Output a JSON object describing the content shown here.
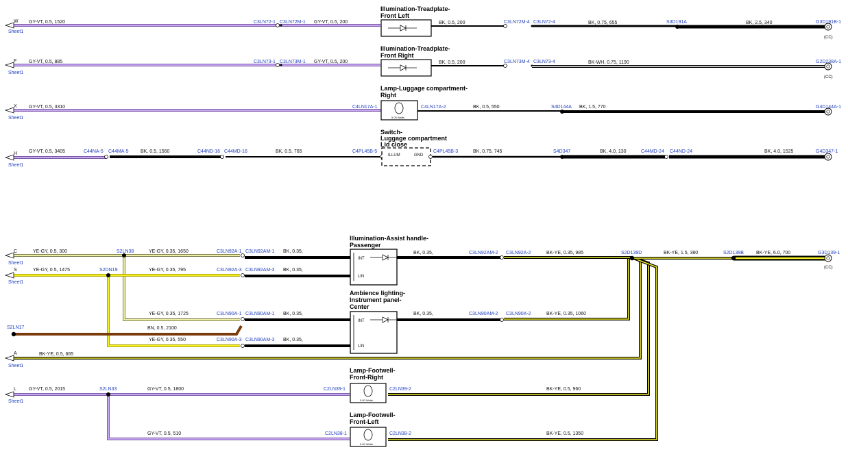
{
  "colors": {
    "GY-VT": "#b48be6",
    "YE-GY": "#e8e88a",
    "BK": "#000000",
    "BK-WH": "#000000",
    "BK-YE": "#000000",
    "BN": "#7a3b0a",
    "YE": "#f2ef2a",
    "connector_label": "#1f3fbf"
  },
  "sheet_label": "Sheet1",
  "cc_label": "(CC)",
  "wattage_label": "5.00 Watts",
  "sections": {
    "tread_left": {
      "title": [
        "Illumination-Treadplate-",
        "Front Left"
      ],
      "arrow": "W",
      "w1": "GY-VT,  0.5,  1520",
      "c1": "C3LN72-1",
      "c2": "C3LN72M-1",
      "w2": "GY-VT,  0.5,  200",
      "w3": "BK,  0.5,  200",
      "c3": "C3LN72M-4",
      "c4": "C3LN72-4",
      "w4": "BK,  0.75,  655",
      "splice": "S3D191A",
      "w5": "BK,  2.5,  340",
      "ground": "G3D191B-1"
    },
    "tread_right": {
      "title": [
        "Illumination-Treadplate-",
        "Front Right"
      ],
      "arrow": "F",
      "w1": "GY-VT,  0.5,  885",
      "c1": "C3LN73-1",
      "c2": "C3LN73M-1",
      "w2": "GY-VT,  0.5,  200",
      "w3": "BK,  0.5,  200",
      "c3": "C3LN73M-4",
      "c4": "C3LN73-4",
      "w4": "BK-WH,  0.75,  1190",
      "ground": "G2D238A-1"
    },
    "luggage_lamp": {
      "title": [
        "Lamp-Luggage compartment-",
        "Right"
      ],
      "arrow": "X",
      "w1": "GY-VT,  0.5,  3310",
      "c1": "C4LN17A-1",
      "c2": "C4LN17A-2",
      "w2": "BK,  0.5,  550",
      "splice": "S4D144A",
      "w3": "BK,  1.5,  770",
      "ground": "G4D144A-1"
    },
    "lid_switch": {
      "title": [
        "Switch-",
        "Luggage compartment",
        "Lid close"
      ],
      "arrow": "H",
      "w1": "GY-VT,  0.5,  3405",
      "c1": "C44NA-5",
      "c2": "C44MA-5",
      "w2": "BK,  0.5,  1560",
      "c3": "C44ND-16",
      "c4": "C44MD-16",
      "w3": "BK,  0.5,  765",
      "c5": "C4PL45B-5",
      "illum": "ILLUM",
      "gnd": "GND",
      "c6": "C4PL45B-3",
      "w4": "BK,  0.75,  745",
      "splice": "S4D347",
      "w5": "BK,  4.0,  130",
      "c7": "C44MD-24",
      "c8": "C44ND-24",
      "w6": "BK,  4.0,  1525",
      "ground": "G4D347-1"
    },
    "assist": {
      "title": [
        "Illumination-Assist handle-",
        "Passenger"
      ],
      "arrow_c": "C",
      "w_c": "YE-GY,  0.5,  300",
      "splice_38": "S2LN38",
      "w_c2": "YE-GY,  0.35,  1650",
      "c1": "C3LN92A-1",
      "c2": "C3LN92AM-1",
      "w_bk1": "BK,  0.35,",
      "int": "INT",
      "lin": "LIN",
      "w_bk2": "BK,  0.35,",
      "c3": "C3LN92AM-2",
      "c4": "C3LN92A-2",
      "w_out": "BK-YE,  0.35,  985",
      "arrow_s": "S",
      "w_s": "YE-GY,  0.5,  1475",
      "splice_19": "S2DN19",
      "w_s2": "YE-GY,  0.35,  795",
      "c5": "C3LN92A-3",
      "c6": "C3LN92AM-3",
      "w_bk3": "BK,  0.35,",
      "splice_139d": "S2D139D",
      "w_g1": "BK-YE,  1.5,  380",
      "splice_139b": "S2D139B",
      "w_g2": "BK-YE,  6.0,  700",
      "ground": "G3D139-1"
    },
    "ambience": {
      "title": [
        "Ambience lighting-",
        "Instrument panel-",
        "Center"
      ],
      "w1": "YE-GY,  0.35,  1725",
      "c1": "C3LN90A-1",
      "c2": "C3LN90AM-1",
      "w_bk1": "BK,  0.35,",
      "int": "INT",
      "lin": "LIN",
      "w_bk2": "BK,  0.35,",
      "c3": "C3LN90AM-2",
      "c4": "C3LN90A-2",
      "w_out": "BK-YE,  0.35,  1060",
      "splice_17": "S2LN17",
      "w_bn": "BN,  0.5,  2100",
      "w3": "YE-GY,  0.35,  550",
      "c5": "C3LN90A-3",
      "c6": "C3LN90AM-3",
      "w_bk3": "BK,  0.35,",
      "arrow_a": "A",
      "w_a": "BK-YE,  0.5,  665"
    },
    "footwell_right": {
      "title": [
        "Lamp-Footwell-",
        "Front-Right"
      ],
      "arrow": "L",
      "w1": "GY-VT,  0.5,  2015",
      "splice": "S2LN33",
      "w2": "GY-VT,  0.5,  1800",
      "c1": "C2LN39-1",
      "c2": "C2LN39-2",
      "w_out": "BK-YE,  0.5,  960"
    },
    "footwell_left": {
      "title": [
        "Lamp-Footwell-",
        "Front-Left"
      ],
      "w1": "GY-VT,  0.5,  510",
      "c1": "C2LN38-1",
      "c2": "C2LN38-2",
      "w_out": "BK-YE,  0.5,  1350"
    }
  }
}
